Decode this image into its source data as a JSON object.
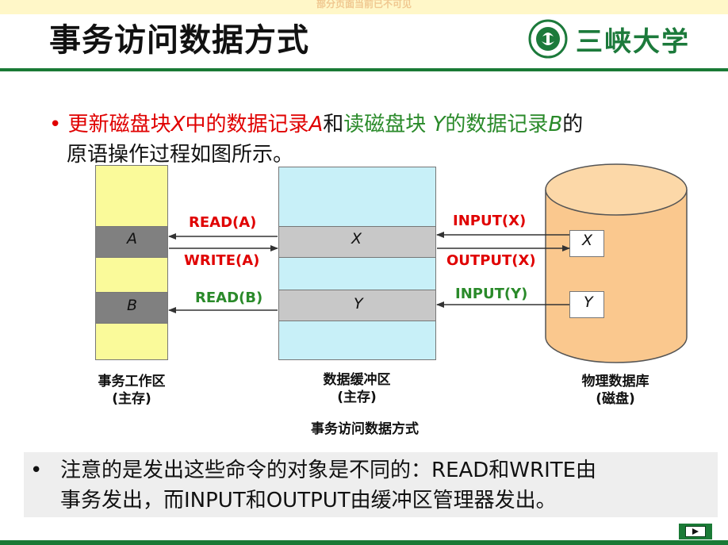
{
  "top_note": "部分页面当前已不可见",
  "title": "事务访问数据方式",
  "logo": {
    "text": "三峡大学"
  },
  "bullet1": {
    "bullet": "•",
    "part1": "更新磁盘块",
    "var1": "X",
    "part2": "中的数据记录",
    "var2": "A",
    "part3": "和",
    "part4": "读磁盘块 ",
    "var3": "Y",
    "part5": "的数据记录",
    "var4": "B",
    "part6": "的",
    "line2": "原语操作过程如图所示。"
  },
  "diagram": {
    "work_area": {
      "cell_a": "A",
      "cell_b": "B",
      "caption_line1": "事务工作区",
      "caption_line2": "(主存)"
    },
    "buffer_area": {
      "cell_x": "X",
      "cell_y": "Y",
      "caption_line1": "数据缓冲区",
      "caption_line2": "(主存)"
    },
    "disk": {
      "cell_x": "X",
      "cell_y": "Y",
      "caption_line1": "物理数据库",
      "caption_line2": "(磁盘)"
    },
    "arrows": {
      "read_a": "READ(A)",
      "write_a": "WRITE(A)",
      "read_b": "READ(B)",
      "input_x": "INPUT(X)",
      "output_x": "OUTPUT(X)",
      "input_y": "INPUT(Y)"
    },
    "caption": "事务访问数据方式"
  },
  "bullet2": {
    "bullet": "•",
    "line1": "注意的是发出这些命令的对象是不同的：READ和WRITE由",
    "line2": "事务发出，而INPUT和OUTPUT由缓冲区管理器发出。"
  },
  "colors": {
    "accent_green": "#1a7a36",
    "red": "#e00000",
    "label_green": "#2a8a2a"
  },
  "icons": {
    "nav": "play-icon",
    "logo": "university-seal-icon"
  }
}
